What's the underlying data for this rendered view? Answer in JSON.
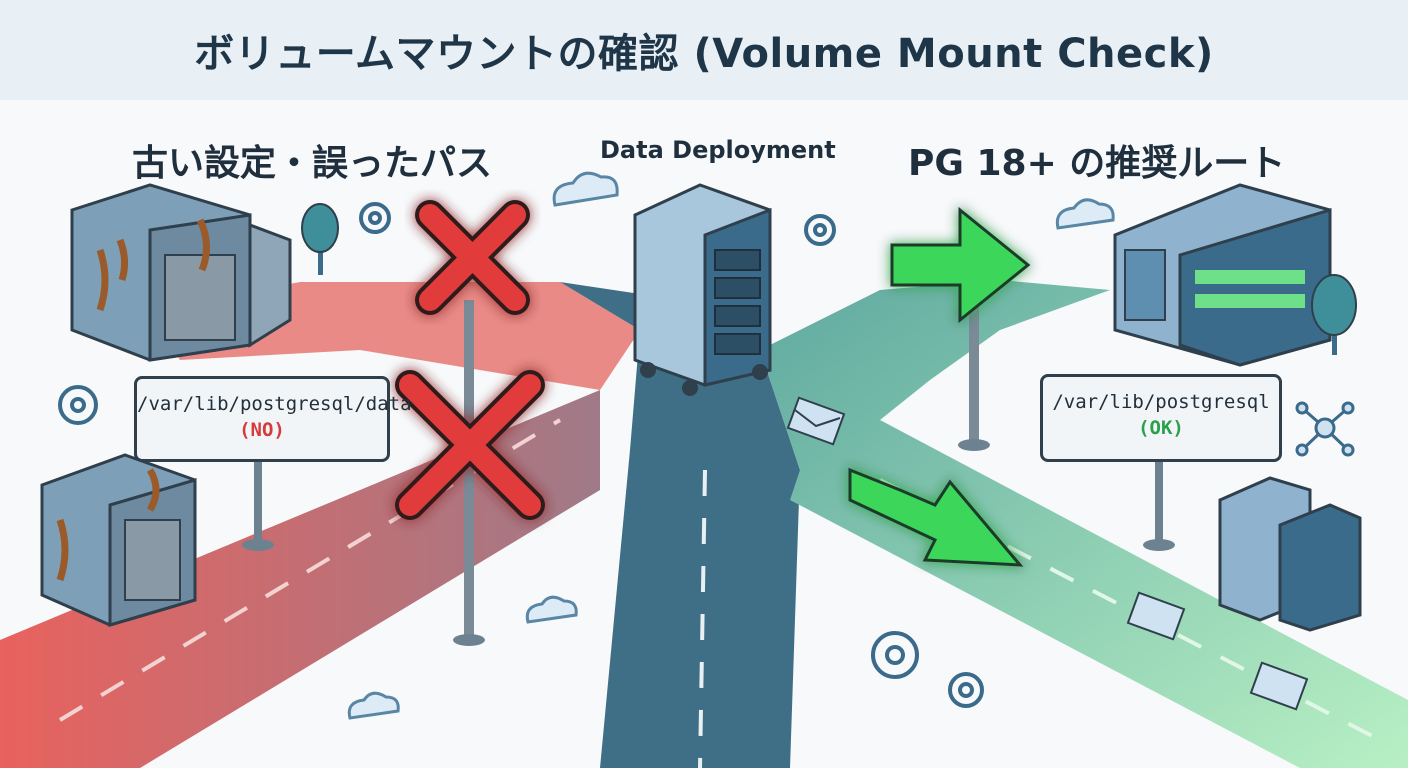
{
  "title": "ボリュームマウントの確認 (Volume Mount Check)",
  "labels": {
    "left": "古い設定・誤ったパス",
    "center": "Data Deployment",
    "right": "PG 18+ の推奨ルート"
  },
  "signs": {
    "left": {
      "path": "/var/lib/postgresql/data",
      "status": "(NO)"
    },
    "right": {
      "path": "/var/lib/postgresql",
      "status": "(OK)"
    }
  },
  "colors": {
    "wrong_route": "#e8625e",
    "recommended_route": "#4cd66e",
    "main_road": "#3f6f86",
    "cross_mark": "#e23b3b",
    "arrow": "#3ad65a"
  },
  "icons": [
    "cross-mark-icon",
    "arrow-right-icon",
    "gear-icon",
    "cloud-icon",
    "envelope-icon",
    "tree-icon",
    "network-node-icon"
  ]
}
